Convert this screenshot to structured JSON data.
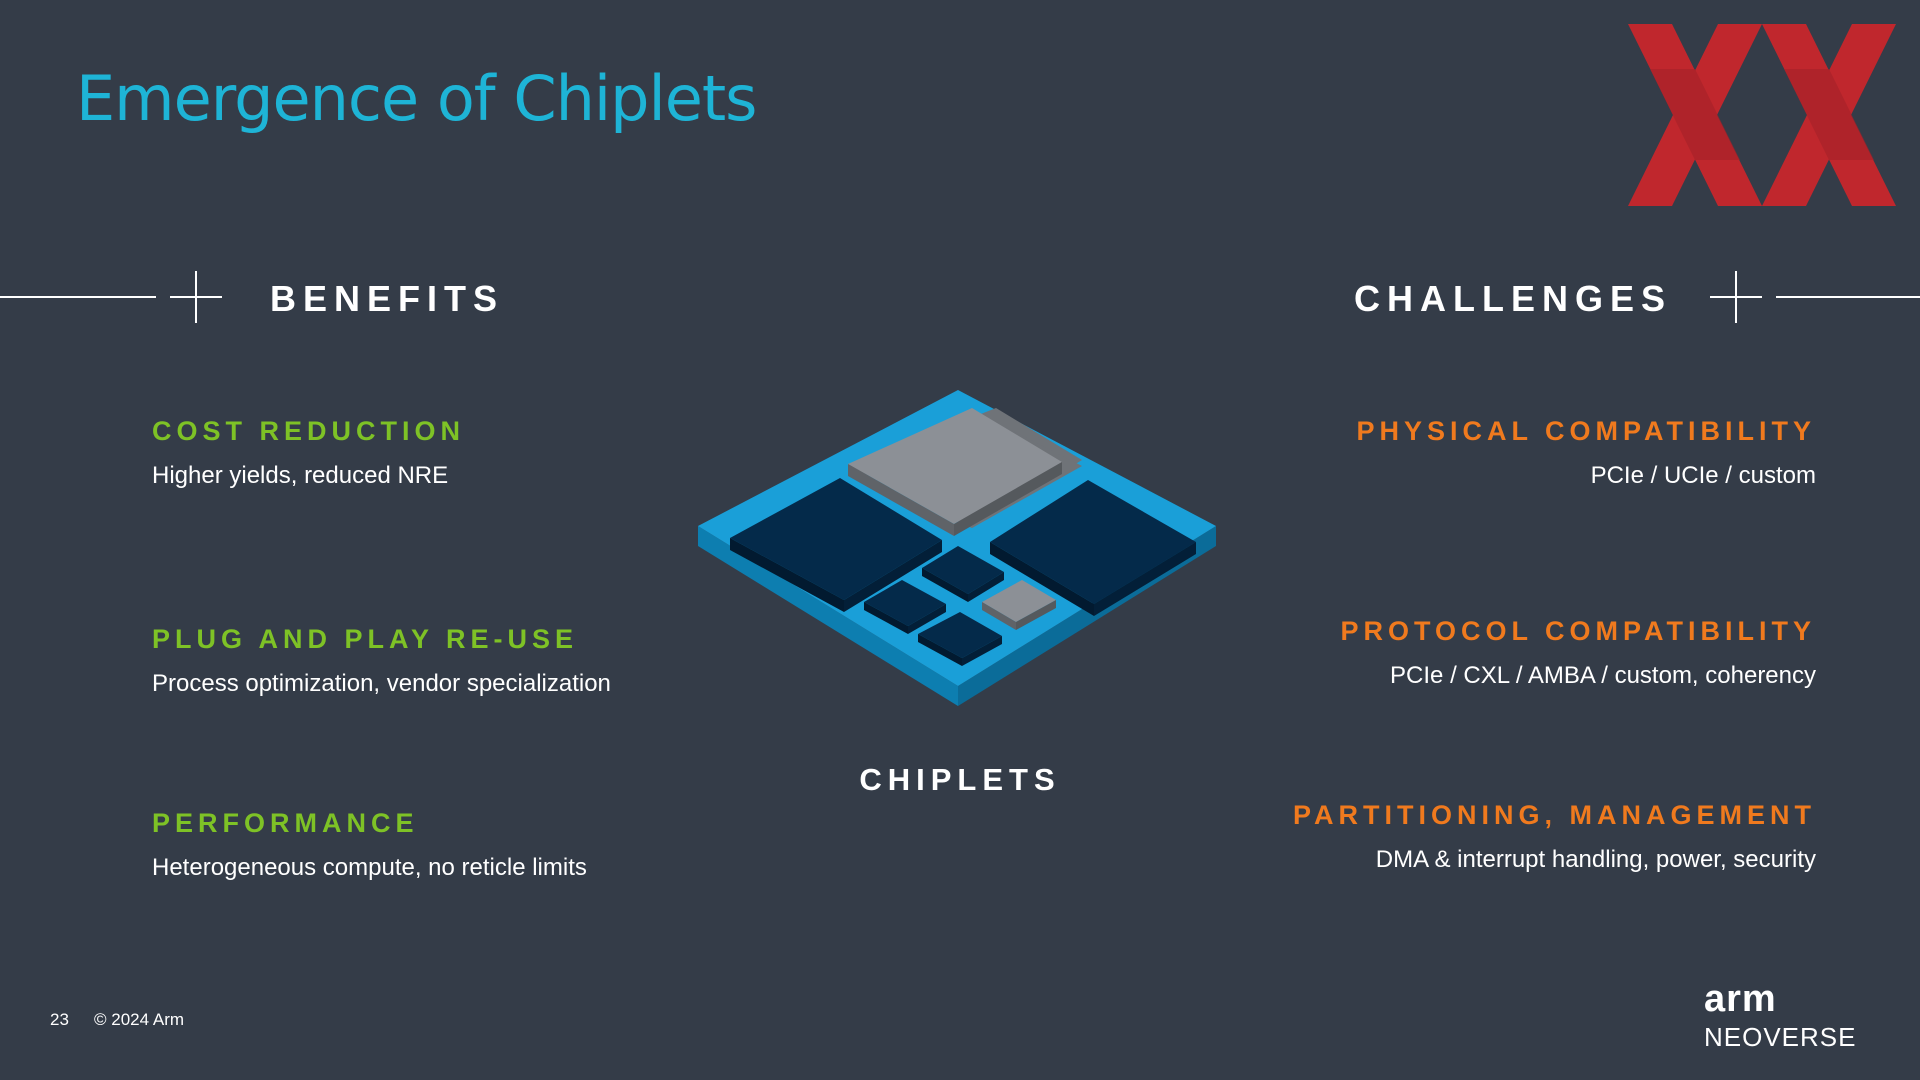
{
  "slide": {
    "title": "Emergence of Chiplets",
    "page_number": "23",
    "copyright": "© 2024 Arm"
  },
  "benefits": {
    "heading": "BENEFITS",
    "items": [
      {
        "label": "COST REDUCTION",
        "description": "Higher yields, reduced NRE"
      },
      {
        "label": "PLUG AND PLAY RE-USE",
        "description": "Process optimization, vendor specialization"
      },
      {
        "label": "PERFORMANCE",
        "description": "Heterogeneous compute, no reticle limits"
      }
    ]
  },
  "challenges": {
    "heading": "CHALLENGES",
    "items": [
      {
        "label": "PHYSICAL COMPATIBILITY",
        "description": "PCIe / UCIe / custom"
      },
      {
        "label": "PROTOCOL COMPATIBILITY",
        "description": "PCIe / CXL / AMBA / custom, coherency"
      },
      {
        "label": "PARTITIONING, MANAGEMENT",
        "description": "DMA & interrupt handling, power, security"
      }
    ]
  },
  "center": {
    "caption": "CHIPLETS"
  },
  "brand": {
    "line1": "arm",
    "line2": "NEOVERSE"
  },
  "colors": {
    "background": "#343c48",
    "title": "#1eb4d6",
    "benefit_accent": "#7ec226",
    "challenge_accent": "#f07a1e",
    "logo_red": "#c0272d",
    "substrate_blue": "#1a9fd8",
    "die_navy": "#042a4a",
    "die_gray": "#8c9096"
  },
  "icons": {
    "top_right_logo": "xx-logo-icon",
    "chip_illustration": "chiplet-package-icon",
    "heading_marker": "crosshair-icon"
  }
}
